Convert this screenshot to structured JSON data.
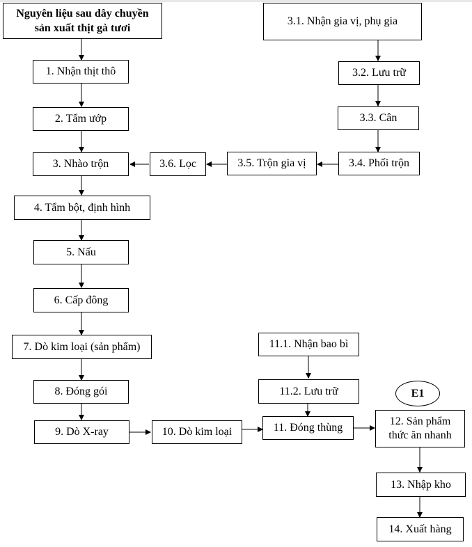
{
  "diagram": {
    "type": "process-flowchart",
    "start": {
      "id": "start",
      "label_line1": "Nguyên liệu sau dây chuyền",
      "label_line2": "sản xuất thịt gà tươi"
    },
    "main_steps": [
      {
        "id": "s1",
        "label": "1. Nhận thịt thô"
      },
      {
        "id": "s2",
        "label": "2. Tẩm ướp"
      },
      {
        "id": "s3",
        "label": "3. Nhào trộn"
      },
      {
        "id": "s4",
        "label": "4. Tẩm bột, định hình"
      },
      {
        "id": "s5",
        "label": "5. Nấu"
      },
      {
        "id": "s6",
        "label": "6. Cấp đông"
      },
      {
        "id": "s7",
        "label": "7. Dò kim loại (sản phẩm)"
      },
      {
        "id": "s8",
        "label": "8. Đóng gói"
      },
      {
        "id": "s9",
        "label": "9. Dò X-ray"
      },
      {
        "id": "s10",
        "label": "10. Dò kim loại"
      },
      {
        "id": "s11",
        "label": "11. Đóng thùng"
      },
      {
        "id": "s12",
        "label_line1": "12. Sản phẩm",
        "label_line2": "thức ăn nhanh"
      },
      {
        "id": "s13",
        "label": "13. Nhập kho"
      },
      {
        "id": "s14",
        "label": "14. Xuất hàng"
      }
    ],
    "spice_branch": [
      {
        "id": "s3_1",
        "label": "3.1. Nhận gia vị, phụ gia"
      },
      {
        "id": "s3_2",
        "label": "3.2. Lưu trữ"
      },
      {
        "id": "s3_3",
        "label": "3.3. Cân"
      },
      {
        "id": "s3_4",
        "label": "3.4. Phối trộn"
      },
      {
        "id": "s3_5",
        "label": "3.5. Trộn gia vị"
      },
      {
        "id": "s3_6",
        "label": "3.6. Lọc"
      }
    ],
    "packaging_branch": [
      {
        "id": "s11_1",
        "label": "11.1. Nhận bao bì"
      },
      {
        "id": "s11_2",
        "label": "11.2. Lưu trữ"
      }
    ],
    "marker": {
      "id": "e1",
      "label": "E1"
    },
    "edges": [
      [
        "start",
        "s1"
      ],
      [
        "s1",
        "s2"
      ],
      [
        "s2",
        "s3"
      ],
      [
        "s3",
        "s4"
      ],
      [
        "s4",
        "s5"
      ],
      [
        "s5",
        "s6"
      ],
      [
        "s6",
        "s7"
      ],
      [
        "s7",
        "s8"
      ],
      [
        "s8",
        "s9"
      ],
      [
        "s9",
        "s10"
      ],
      [
        "s10",
        "s11"
      ],
      [
        "s11",
        "s12"
      ],
      [
        "s12",
        "s13"
      ],
      [
        "s13",
        "s14"
      ],
      [
        "s3_1",
        "s3_2"
      ],
      [
        "s3_2",
        "s3_3"
      ],
      [
        "s3_3",
        "s3_4"
      ],
      [
        "s3_4",
        "s3_5"
      ],
      [
        "s3_5",
        "s3_6"
      ],
      [
        "s3_6",
        "s3"
      ],
      [
        "s11_1",
        "s11_2"
      ],
      [
        "s11_2",
        "s11"
      ]
    ]
  }
}
